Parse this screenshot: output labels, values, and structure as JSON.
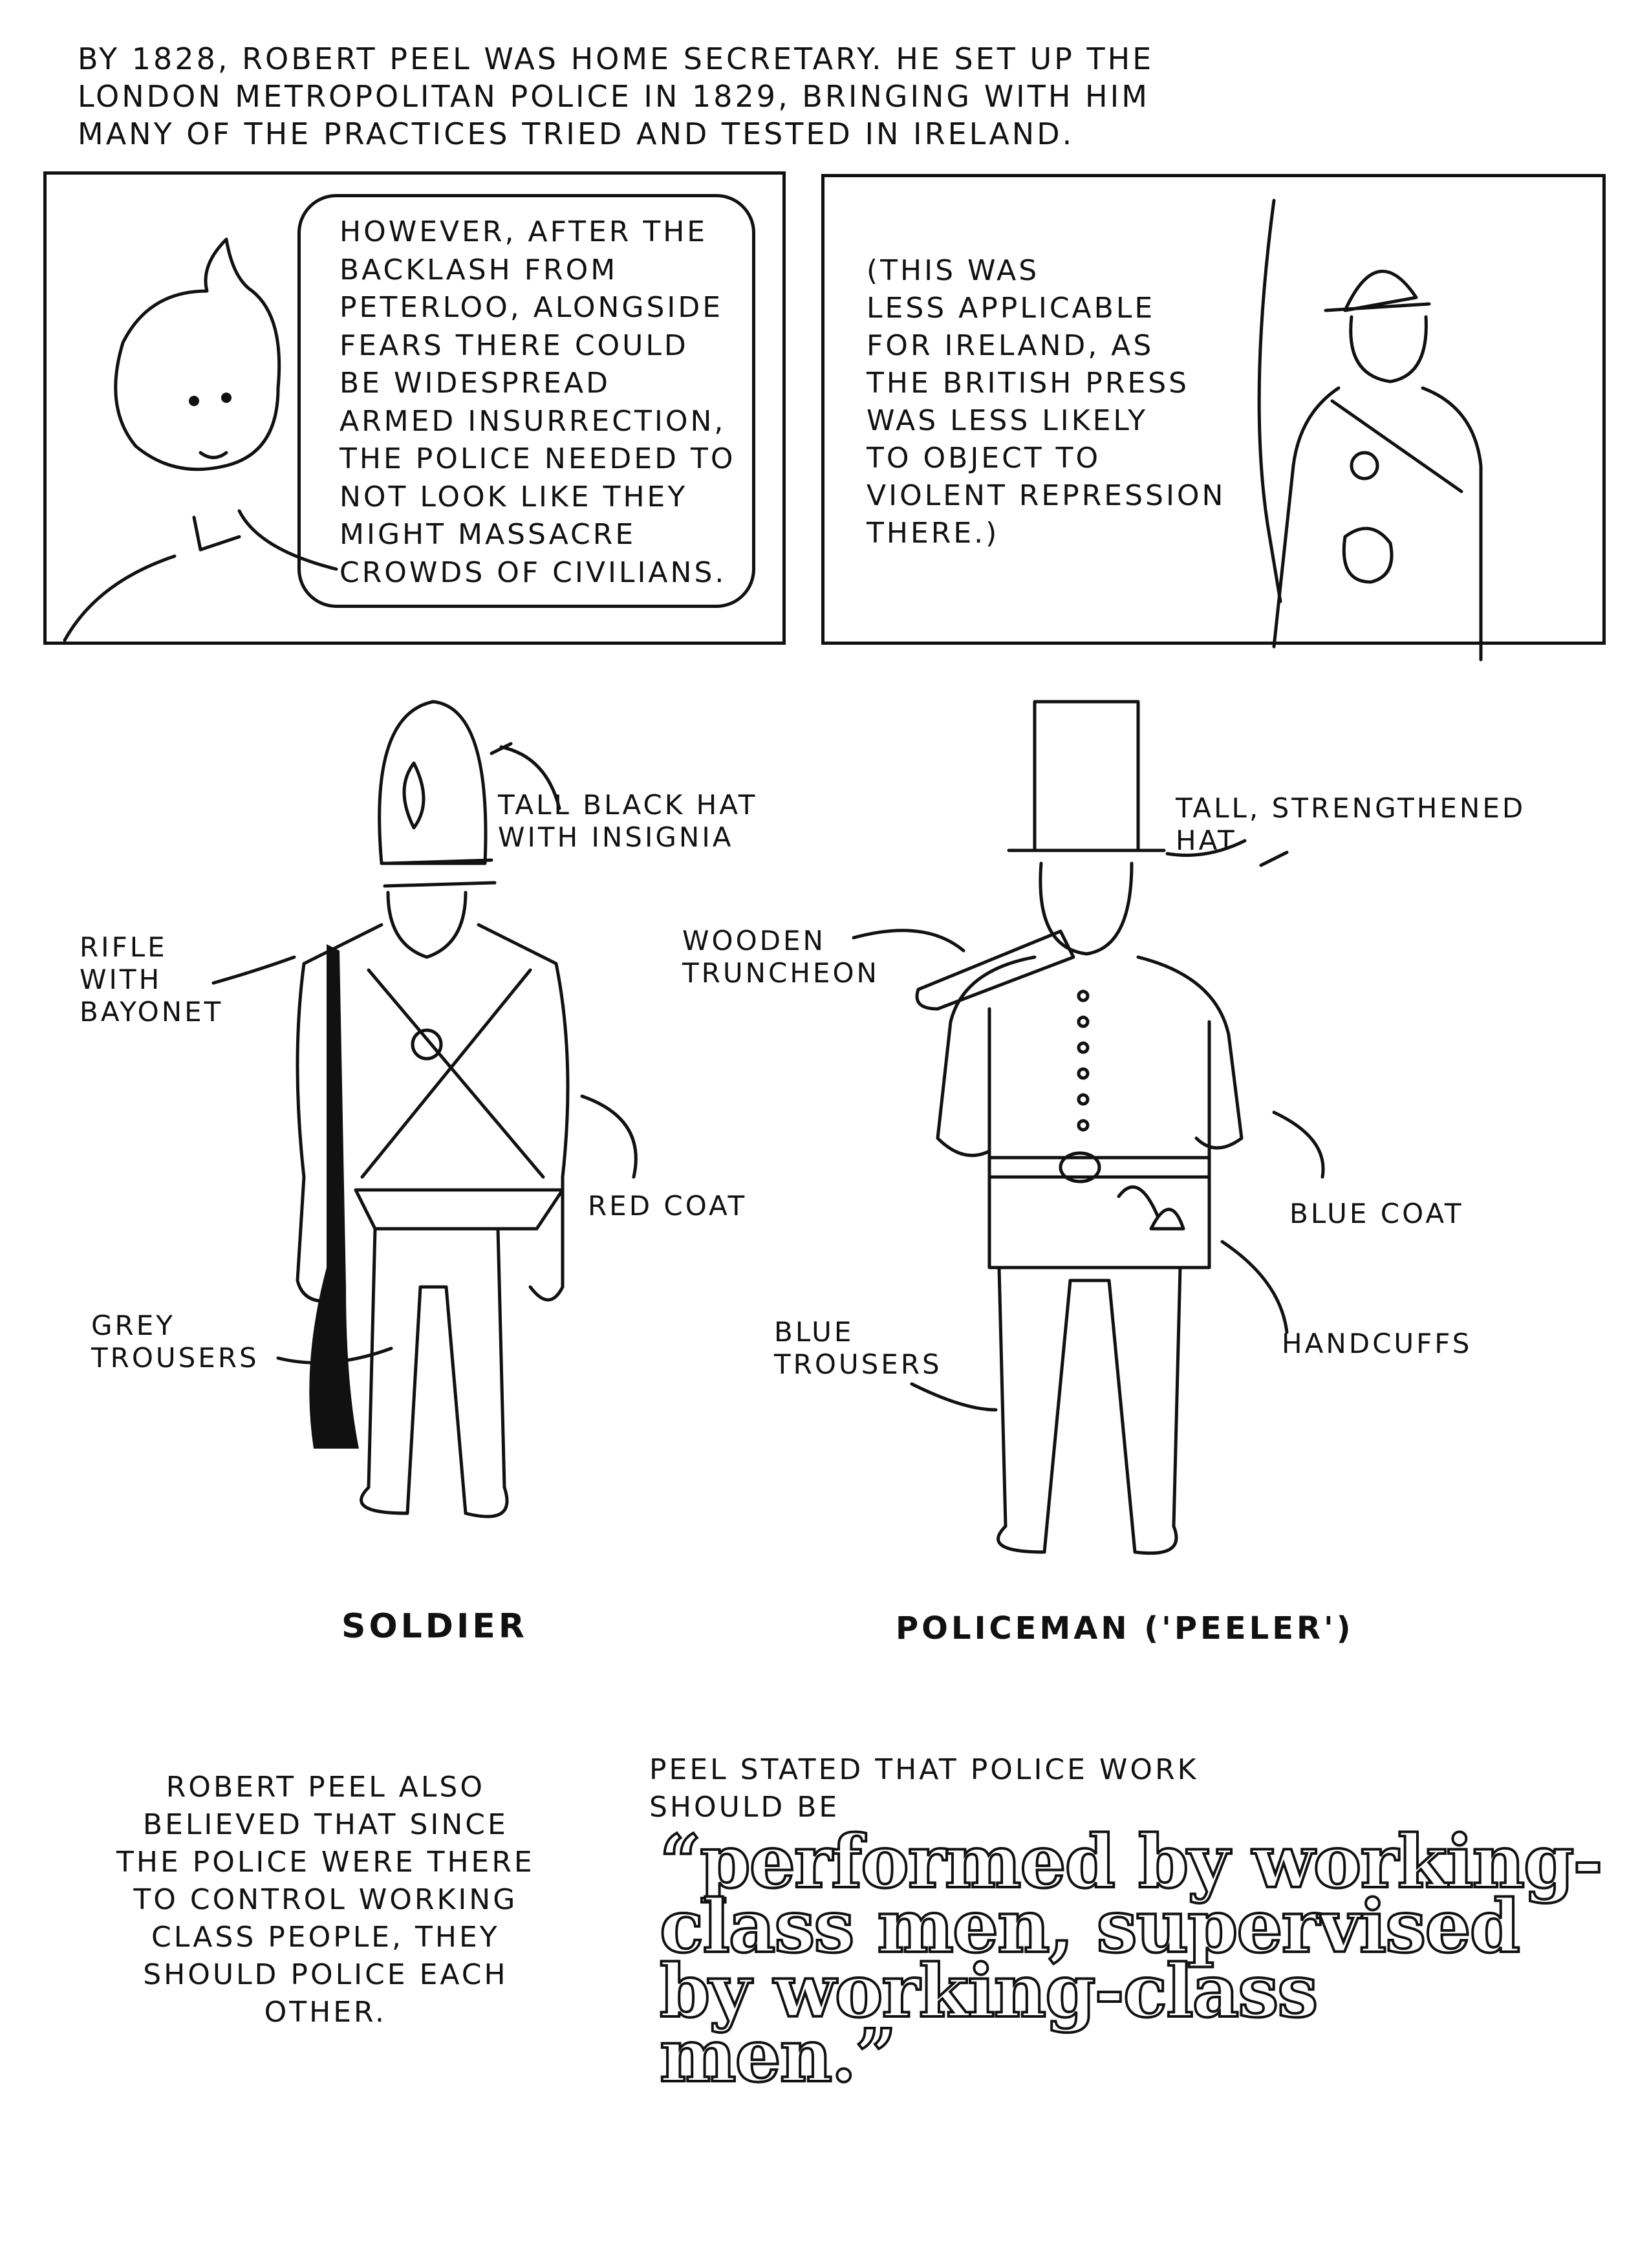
{
  "intro": "By 1828, Robert Peel was Home Secretary. He set up the\nLondon Metropolitan Police in 1829, bringing with him\nmany of the practices tried and tested in Ireland.",
  "panel_left": {
    "speech": "However, after the\nbacklash from\nPeterloo, alongside\nfears there could\nbe widespread\narmed insurrection,\nthe police needed to\nnot look like they\nmight massacre\ncrowds of civilians."
  },
  "panel_right": {
    "aside": "(This was\nless applicable\nfor Ireland, as\nthe British press\nwas less likely\nto object to\nviolent repression\nthere.)"
  },
  "soldier": {
    "caption": "Soldier",
    "labels": {
      "hat": "Tall black hat\nwith insignia",
      "rifle": "Rifle\nwith\nbayonet",
      "coat": "Red coat",
      "trousers": "Grey\ntrousers"
    }
  },
  "policeman": {
    "caption": "Policeman ('Peeler')",
    "labels": {
      "hat": "Tall, strengthened\nhat",
      "truncheon": "Wooden\ntruncheon",
      "coat": "Blue coat",
      "handcuffs": "Handcuffs",
      "trousers": "Blue\ntrousers"
    }
  },
  "bottom_left": "Robert Peel also\nbelieved that since\nthe police were there\nto control working\nclass people, they\nshould police each\nother.",
  "bottom_right": {
    "intro": "Peel stated that police work\nshould be",
    "quote": "“performed by working-\nclass men, supervised\nby working-class\nmen.”"
  }
}
